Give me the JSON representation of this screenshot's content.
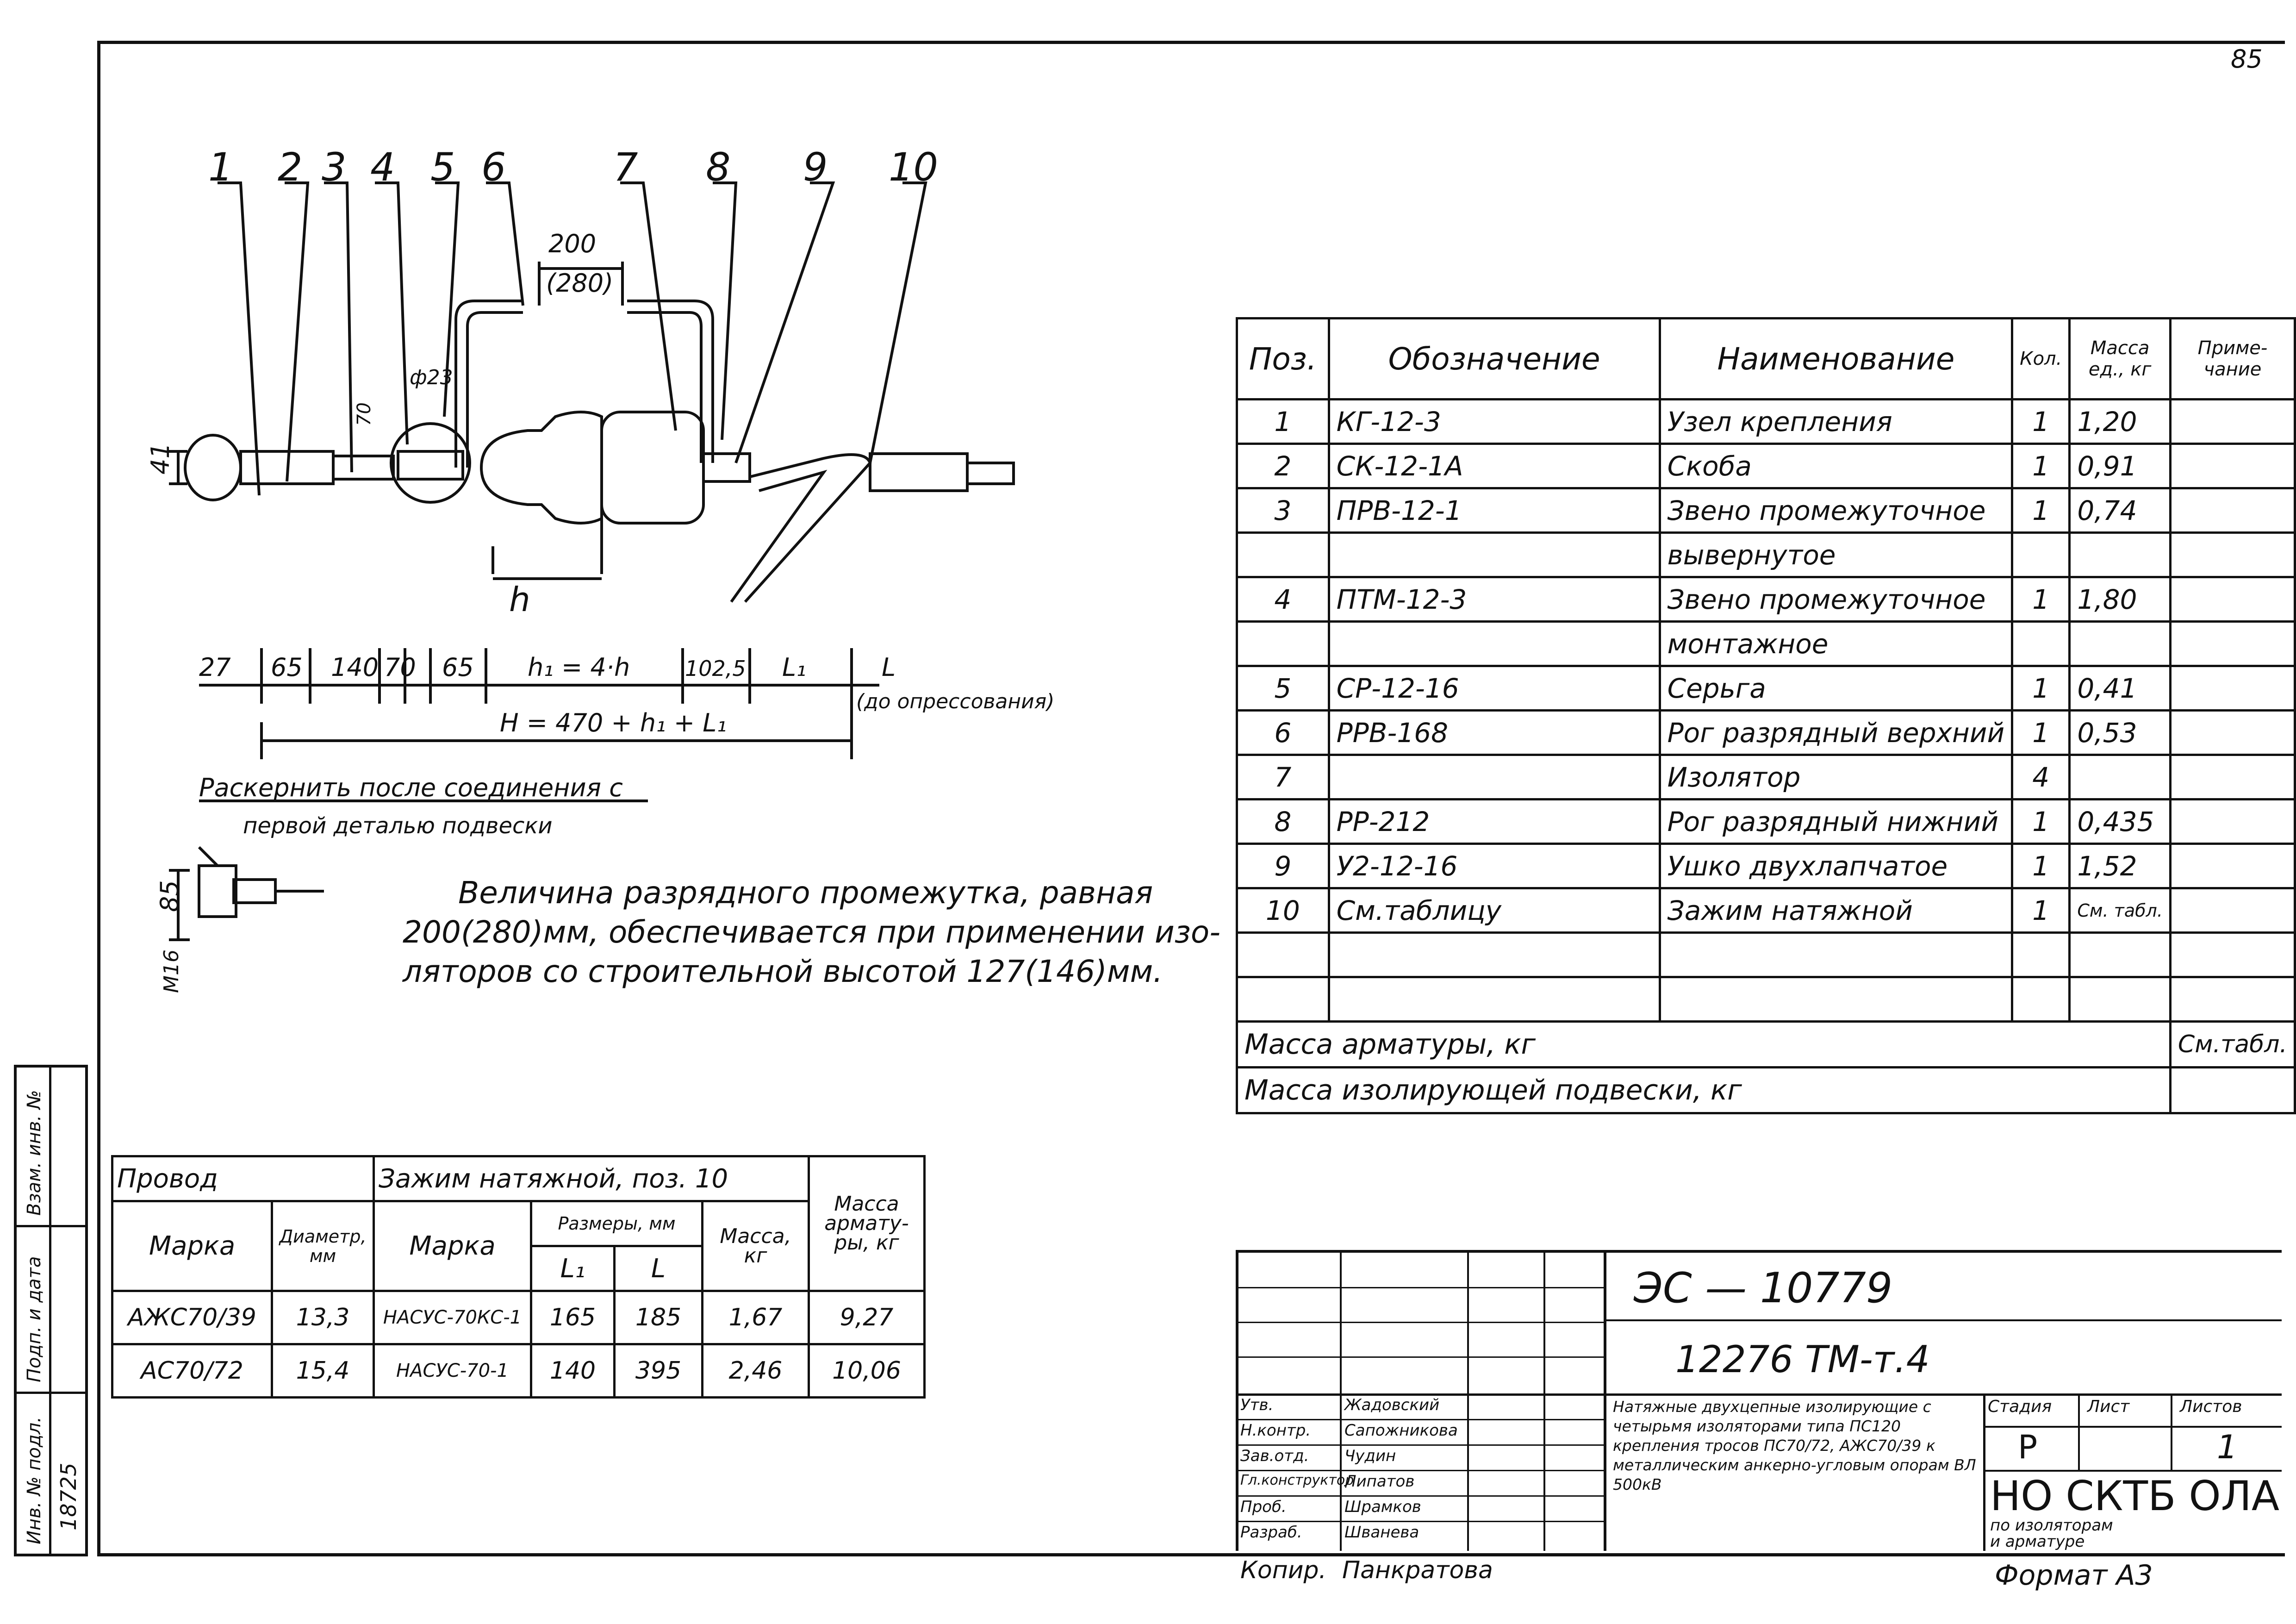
{
  "page_number": "85",
  "drawing": {
    "position_labels": [
      "1",
      "2",
      "3",
      "4",
      "5",
      "6",
      "7",
      "8",
      "9",
      "10"
    ],
    "gap_label": "200",
    "gap_label_alt": "(280)",
    "height_label": "41",
    "diam_label": "ф23",
    "dim70_label": "70",
    "h_label": "h",
    "dims": [
      "27",
      "65",
      "140",
      "70",
      "65",
      "h₁ = 4·h",
      "102,5",
      "L₁",
      "L"
    ],
    "dim_note": "(до опрессования)",
    "total_dim": "H = 470 + h₁ + L₁",
    "detail_note_1": "Раскернить после соединения с",
    "detail_note_2": "первой деталью подвески",
    "detail_dim_1": "85",
    "detail_dim_2": "М16"
  },
  "notes": {
    "line1": "Величина разрядного промежутка, равная",
    "line2": "200(280)мм, обеспечивается при применении изо-",
    "line3": "ляторов со строительной высотой 127(146)мм."
  },
  "spec_table": {
    "headers": {
      "pos": "Поз.",
      "designation": "Обозначение",
      "name": "Наименование",
      "qty": "Кол.",
      "mass": "Масса ед., кг",
      "note": "Приме- чание"
    },
    "rows": [
      {
        "pos": "1",
        "designation": "КГ-12-3",
        "name": "Узел крепления",
        "qty": "1",
        "mass": "1,20",
        "note": ""
      },
      {
        "pos": "2",
        "designation": "СК-12-1А",
        "name": "Скоба",
        "qty": "1",
        "mass": "0,91",
        "note": ""
      },
      {
        "pos": "3",
        "designation": "ПРВ-12-1",
        "name": "Звено промежуточное",
        "qty": "1",
        "mass": "0,74",
        "note": ""
      },
      {
        "pos": "",
        "designation": "",
        "name": "вывернутое",
        "qty": "",
        "mass": "",
        "note": ""
      },
      {
        "pos": "4",
        "designation": "ПТМ-12-3",
        "name": "Звено промежуточное",
        "qty": "1",
        "mass": "1,80",
        "note": ""
      },
      {
        "pos": "",
        "designation": "",
        "name": "монтажное",
        "qty": "",
        "mass": "",
        "note": ""
      },
      {
        "pos": "5",
        "designation": "СР-12-16",
        "name": "Серьга",
        "qty": "1",
        "mass": "0,41",
        "note": ""
      },
      {
        "pos": "6",
        "designation": "РРВ-168",
        "name": "Рог разрядный верхний",
        "qty": "1",
        "mass": "0,53",
        "note": ""
      },
      {
        "pos": "7",
        "designation": "",
        "name": "Изолятор",
        "qty": "4",
        "mass": "",
        "note": ""
      },
      {
        "pos": "8",
        "designation": "РР-212",
        "name": "Рог разрядный нижний",
        "qty": "1",
        "mass": "0,435",
        "note": ""
      },
      {
        "pos": "9",
        "designation": "У2-12-16",
        "name": "Ушко двухлапчатое",
        "qty": "1",
        "mass": "1,52",
        "note": ""
      },
      {
        "pos": "10",
        "designation": "См.таблицу",
        "name": "Зажим натяжной",
        "qty": "1",
        "mass": "См. табл.",
        "note": ""
      },
      {
        "pos": "",
        "designation": "",
        "name": "",
        "qty": "",
        "mass": "",
        "note": ""
      },
      {
        "pos": "",
        "designation": "",
        "name": "",
        "qty": "",
        "mass": "",
        "note": ""
      }
    ],
    "sum_rows": [
      {
        "label": "Масса арматуры, кг",
        "value": "См.табл."
      },
      {
        "label": "Масса изолирующей подвески, кг",
        "value": ""
      }
    ]
  },
  "wire_table": {
    "h_wire": "Провод",
    "h_clamp": "Зажим натяжной, поз. 10",
    "h_mass": "Масса армату- ры, кг",
    "h_brand": "Марка",
    "h_diam": "Диаметр, мм",
    "h_cbrand": "Марка",
    "h_sizes": "Размеры, мм",
    "h_L1": "L₁",
    "h_L": "L",
    "h_cmass": "Масса, кг",
    "rows": [
      {
        "brand": "АЖС70/39",
        "diam": "13,3",
        "cbrand": "НАСУС-70КС-1",
        "L1": "165",
        "L": "185",
        "cmass": "1,67",
        "total": "9,27"
      },
      {
        "brand": "АС70/72",
        "diam": "15,4",
        "cbrand": "НАСУС-70-1",
        "L1": "140",
        "L": "395",
        "cmass": "2,46",
        "total": "10,06"
      }
    ]
  },
  "title_block": {
    "code1": "ЭС — 10779",
    "code2": "12276 ТМ-т.4",
    "description": "Натяжные двухцепные изолирующие с четырьмя изоляторами типа ПС120 крепления тросов ПС70/72, АЖС70/39 к металлическим анкерно-угловым опорам ВЛ 500кВ",
    "roles": [
      "Утв.",
      "Н.контр.",
      "Зав.отд.",
      "Гл.конструктор",
      "Проб.",
      "Разраб."
    ],
    "people": [
      "Жадовский",
      "Сапожникова",
      "Чудин",
      "Липатов",
      "Шрамков",
      "Шванева"
    ],
    "stage_h": "Стадия",
    "sheet_h": "Лист",
    "sheets_h": "Листов",
    "stage": "Р",
    "sheet": "",
    "sheets": "1",
    "org": "НО СКТБ ОЛА",
    "org_sub1": "по изоляторам",
    "org_sub2": "и арматуре",
    "copied_label": "Копир.",
    "copied_by": "Панкратова",
    "format": "Формат А3"
  },
  "side_stamp": {
    "labels": [
      "Инв. № подл.",
      "Подп. и дата",
      "Взам. инв. №"
    ],
    "value": "18725"
  }
}
